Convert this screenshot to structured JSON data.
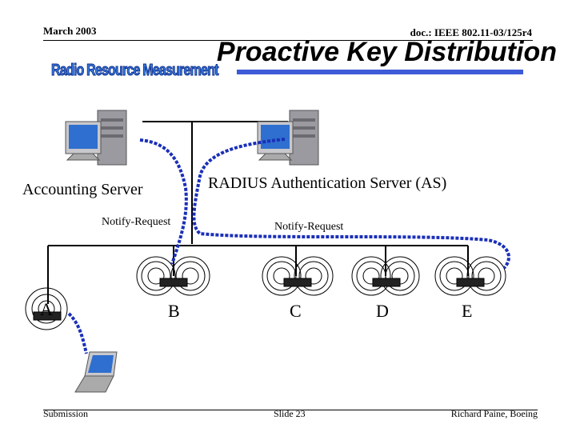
{
  "header": {
    "date": "March 2003",
    "doc": "doc.: IEEE 802.11-03/125r4",
    "title": "Proactive Key Distribution",
    "logo": "Radio Resource Measurement"
  },
  "diagram": {
    "accounting_server": "Accounting Server",
    "radius_server": "RADIUS Authentication Server (AS)",
    "notify_request_1": "Notify-Request",
    "notify_request_2": "Notify-Request",
    "access_points": [
      "A",
      "B",
      "C",
      "D",
      "E"
    ]
  },
  "colors": {
    "accent": "#3d5bd6",
    "dotted_path": "#1a2fb8"
  },
  "footer": {
    "left": "Submission",
    "center": "Slide 23",
    "right": "Richard Paine, Boeing"
  }
}
